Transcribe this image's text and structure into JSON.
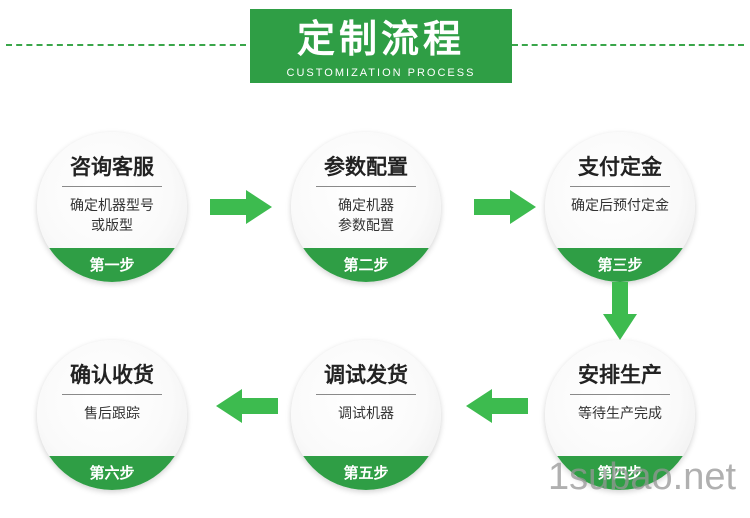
{
  "header": {
    "title": "定制流程",
    "subtitle": "CUSTOMIZATION PROCESS"
  },
  "steps": [
    {
      "title": "咨询客服",
      "desc_lines": [
        "确定机器型号",
        "或版型"
      ],
      "badge": "第一步"
    },
    {
      "title": "参数配置",
      "desc_lines": [
        "确定机器",
        "参数配置"
      ],
      "badge": "第二步"
    },
    {
      "title": "支付定金",
      "desc_lines": [
        "确定后预付定金"
      ],
      "badge": "第三步"
    },
    {
      "title": "安排生产",
      "desc_lines": [
        "等待生产完成"
      ],
      "badge": "第四步"
    },
    {
      "title": "调试发货",
      "desc_lines": [
        "调试机器"
      ],
      "badge": "第五步"
    },
    {
      "title": "确认收货",
      "desc_lines": [
        "售后跟踪"
      ],
      "badge": "第六步"
    }
  ],
  "watermark": "1subao.net",
  "colors": {
    "accent_green": "#2f9e45",
    "arrow_green": "#3dbb4f"
  }
}
